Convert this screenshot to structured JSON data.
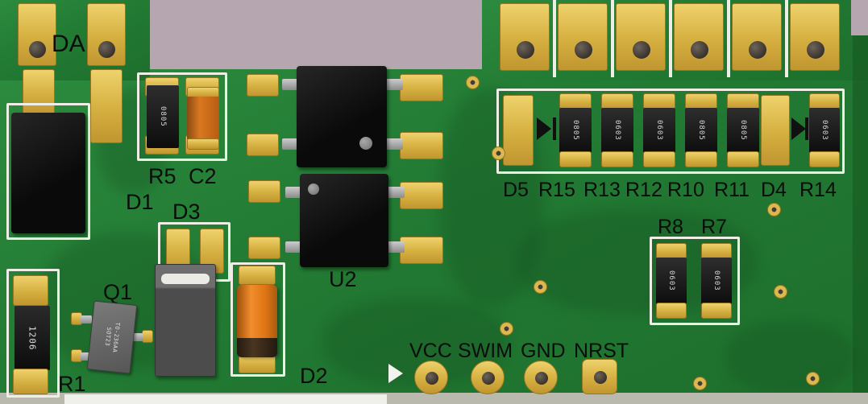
{
  "scene": {
    "description": "3D render of a green printed circuit board with gold pads, black chip components and silkscreen reference designators"
  },
  "colors": {
    "background": "#b5a6b0",
    "board_green": "#227a33",
    "pad_gold": "#dcb94e",
    "silkscreen_white": "#efeee6",
    "label_black": "#0c0c0c",
    "capacitor_orange": "#e07515"
  },
  "refdes": {
    "da": "DA",
    "d1": "D1",
    "r5": "R5",
    "c2": "C2",
    "d3": "D3",
    "q1": "Q1",
    "r1": "R1",
    "d2": "D2",
    "u2": "U2",
    "r8": "R8",
    "r7": "R7"
  },
  "resistor_row": {
    "labels": [
      "D5",
      "R15",
      "R13",
      "R12",
      "R10",
      "R11",
      "D4",
      "R14"
    ],
    "chip_markings": [
      "0805",
      "0603",
      "0603",
      "0805",
      "0805",
      "0603"
    ]
  },
  "chip_markings": {
    "r5": "0805",
    "r1": "1206",
    "r8": "0603",
    "r7": "0603",
    "q1_line1": "SOT23",
    "q1_line2": "TO-236AA"
  },
  "connector": {
    "pins": [
      "VCC",
      "SWIM",
      "GND",
      "NRST"
    ]
  }
}
